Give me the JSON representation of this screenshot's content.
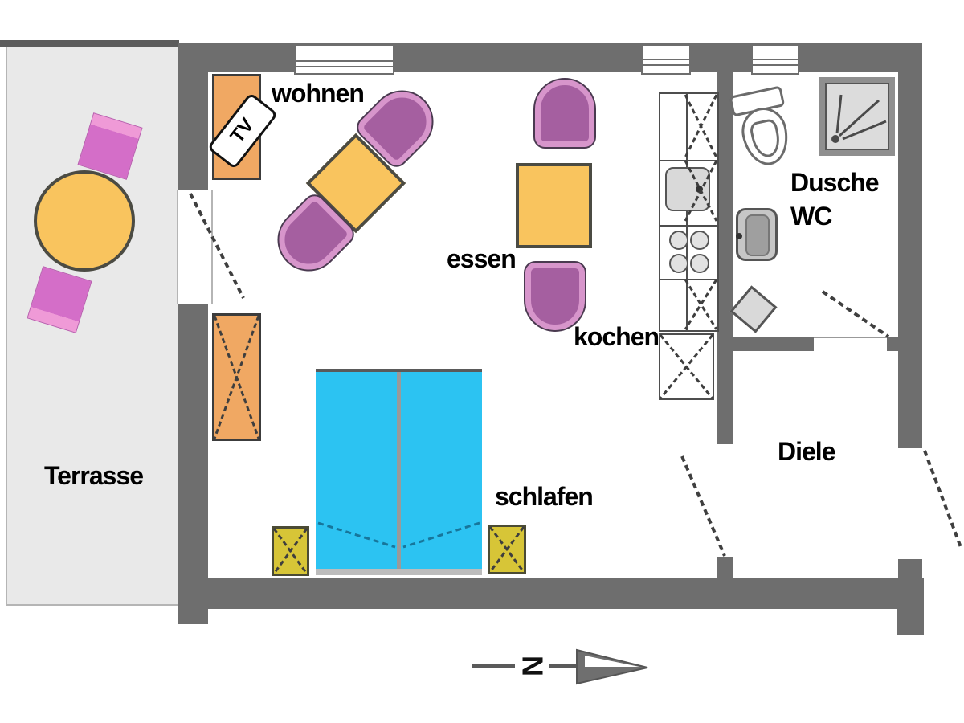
{
  "plan": {
    "type": "apartment-floor-plan",
    "rooms": {
      "terrasse": {
        "label": "Terrasse"
      },
      "wohnen": {
        "label": "wohnen"
      },
      "essen": {
        "label": "essen"
      },
      "kochen": {
        "label": "kochen"
      },
      "schlafen": {
        "label": "schlafen"
      },
      "bad": {
        "label_line1": "Dusche",
        "label_line2": "WC"
      },
      "diele": {
        "label": "Diele"
      }
    },
    "furniture": {
      "tv_label": "TV"
    },
    "compass": {
      "north_label": "N"
    },
    "colors": {
      "wall": "#6e6e6e",
      "terrace_floor": "#e9e9e9",
      "furniture_orange": "#f0a863",
      "table_orange": "#f9c45e",
      "chair_purple": "#a55fa0",
      "chair_pink": "#d46ec8",
      "bed_blue": "#2cc3f2",
      "nightstand_yellow": "#d7c537",
      "fixture_gray": "#d9d9d9"
    }
  }
}
